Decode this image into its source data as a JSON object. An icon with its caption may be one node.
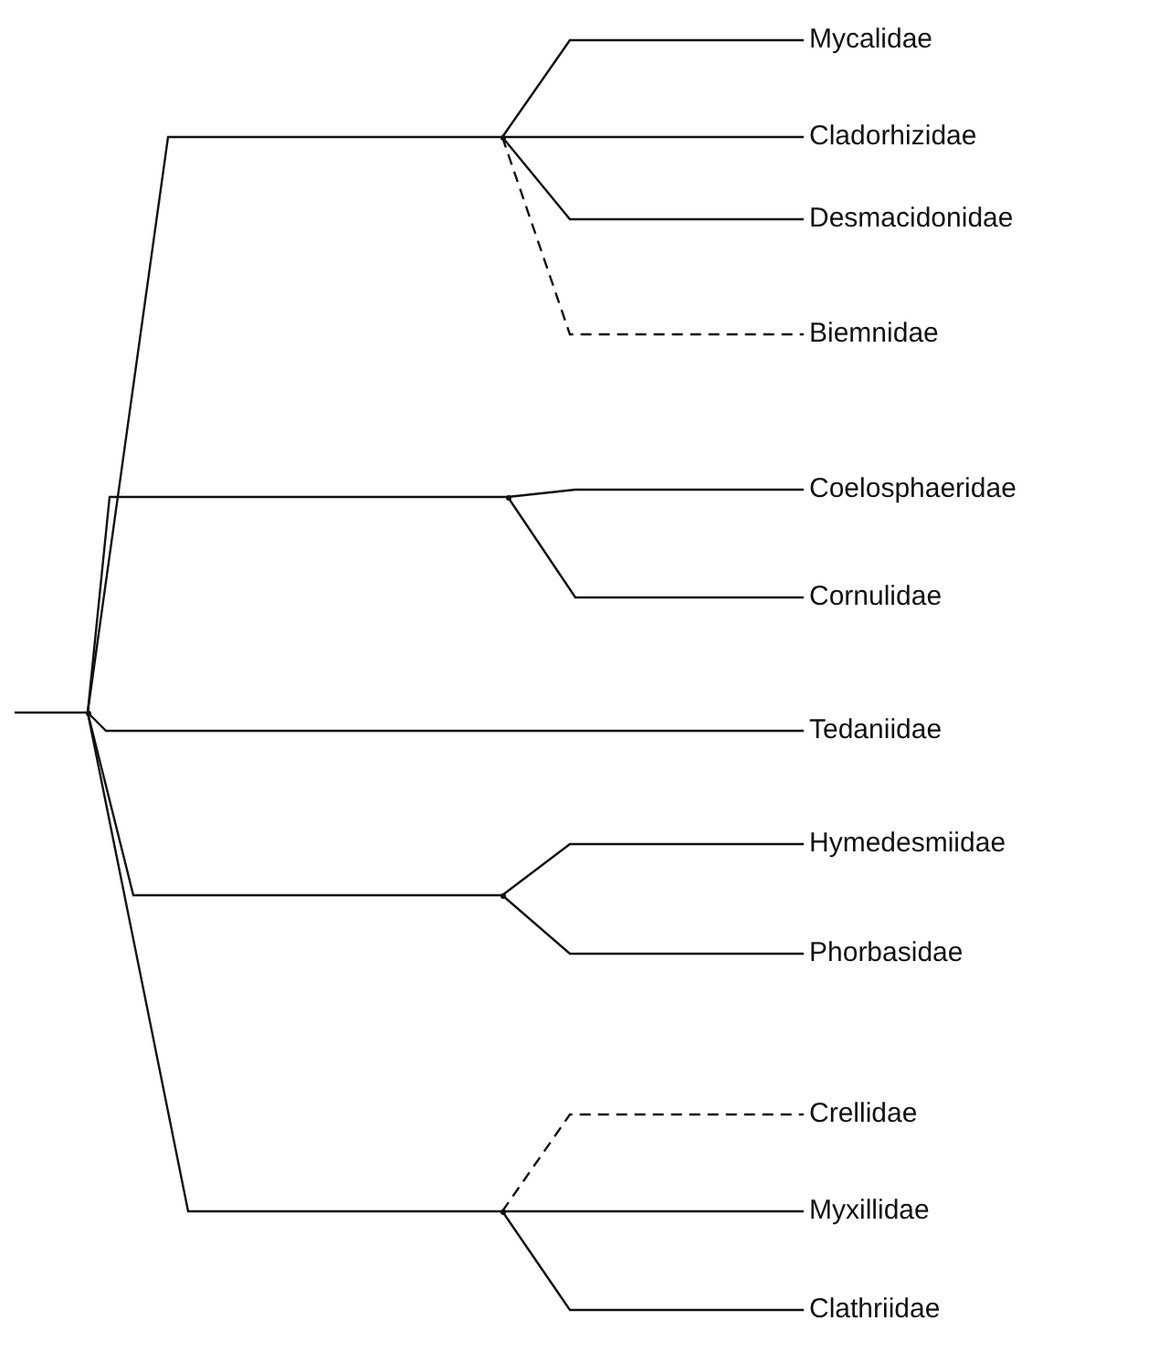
{
  "diagram": {
    "nodes": [
      {
        "text": [],
        "shape": "point"
      },
      {
        "text": [],
        "shape": "point"
      },
      {
        "text": [],
        "shape": "point"
      },
      {
        "text": [],
        "shape": "point"
      },
      {
        "text": [],
        "shape": "point"
      },
      {
        "text": [
          "Mycalidae"
        ]
      },
      {
        "text": [
          "Cladorhizidae"
        ]
      },
      {
        "text": [
          "Desmacidonidae"
        ]
      },
      {
        "text": [
          "Biemnidae"
        ]
      },
      {
        "text": [
          "Coelosphaeridae"
        ]
      },
      {
        "text": [
          "Cornulidae"
        ]
      },
      {
        "text": [
          "Tedaniidae"
        ]
      },
      {
        "text": [
          "Hymedesmiidae"
        ]
      },
      {
        "text": [
          "Phorbasidae"
        ]
      },
      {
        "text": [
          "Crellidae"
        ]
      },
      {
        "text": [
          "Myxillidae"
        ]
      },
      {
        "text": [
          "Clathriidae"
        ]
      }
    ],
    "edges": [
      {
        "from": null,
        "to": 0,
        "arrow": "none"
      },
      {
        "from": 0,
        "to": 1,
        "arrow": "none"
      },
      {
        "from": 0,
        "to": 2,
        "arrow": "none"
      },
      {
        "from": 0,
        "to": 11,
        "arrow": "none"
      },
      {
        "from": 0,
        "to": 3,
        "arrow": "none"
      },
      {
        "from": 0,
        "to": 4,
        "arrow": "none"
      },
      {
        "from": 1,
        "to": 5,
        "arrow": "none"
      },
      {
        "from": 1,
        "to": 6,
        "arrow": "none"
      },
      {
        "from": 1,
        "to": 7,
        "arrow": "none"
      },
      {
        "from": 1,
        "to": 8,
        "arrow": "none",
        "style": "dashed"
      },
      {
        "from": 2,
        "to": 9,
        "arrow": "none"
      },
      {
        "from": 2,
        "to": 10,
        "arrow": "none"
      },
      {
        "from": 3,
        "to": 12,
        "arrow": "none"
      },
      {
        "from": 3,
        "to": 13,
        "arrow": "none"
      },
      {
        "from": 4,
        "to": 14,
        "arrow": "none",
        "style": "dashed"
      },
      {
        "from": 4,
        "to": 15,
        "arrow": "none"
      },
      {
        "from": 4,
        "to": 16,
        "arrow": "none"
      }
    ]
  }
}
